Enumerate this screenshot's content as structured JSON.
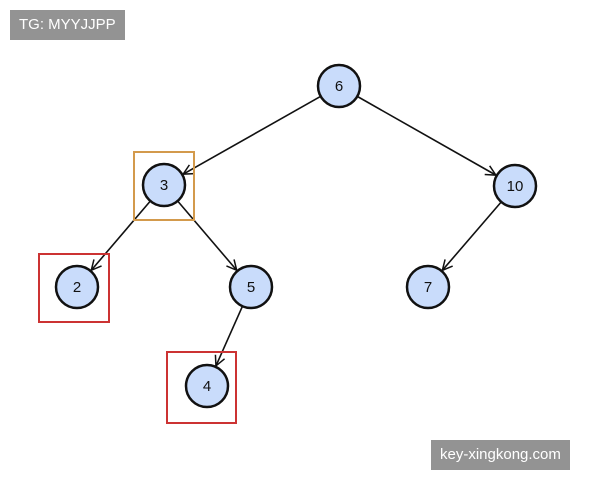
{
  "watermarks": {
    "top_left": "TG: MYYJJPP",
    "bottom_right": "key-xingkong.com"
  },
  "colors": {
    "node_fill": "#c9dcfb",
    "node_stroke": "#111111",
    "edge": "#111111",
    "highlight_orange": "#d39a4c",
    "highlight_red": "#cc3333"
  },
  "tree": {
    "nodes": [
      {
        "id": "n6",
        "label": "6"
      },
      {
        "id": "n3",
        "label": "3",
        "highlight": "orange"
      },
      {
        "id": "n10",
        "label": "10"
      },
      {
        "id": "n2",
        "label": "2",
        "highlight": "red"
      },
      {
        "id": "n5",
        "label": "5"
      },
      {
        "id": "n7",
        "label": "7"
      },
      {
        "id": "n4",
        "label": "4",
        "highlight": "red"
      }
    ],
    "edges": [
      {
        "from": "n6",
        "to": "n3"
      },
      {
        "from": "n6",
        "to": "n10"
      },
      {
        "from": "n3",
        "to": "n2"
      },
      {
        "from": "n3",
        "to": "n5"
      },
      {
        "from": "n10",
        "to": "n7"
      },
      {
        "from": "n5",
        "to": "n4"
      }
    ]
  }
}
